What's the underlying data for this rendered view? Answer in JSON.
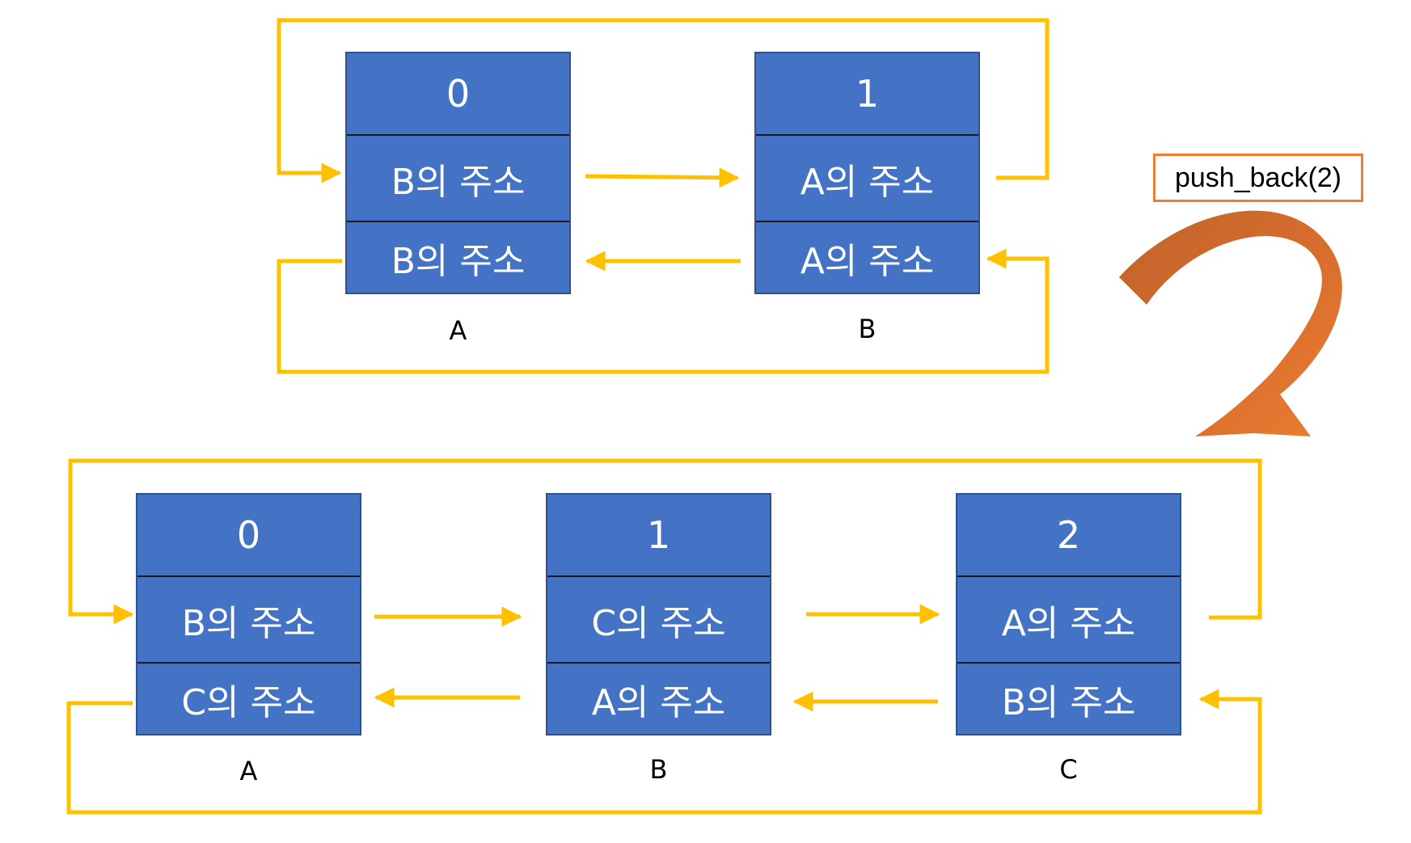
{
  "colors": {
    "node_fill": "#4472C4",
    "node_border": "#2F528F",
    "link_arrow": "#FFC000",
    "op_arrow_light": "#ED7D31",
    "op_arrow_dark": "#C0622A",
    "op_box_border": "#ED7D31"
  },
  "operation": {
    "label": "push_back(2)"
  },
  "before": {
    "nodes": [
      {
        "name": "A",
        "index": "0",
        "next": "B의 주소",
        "prev": "B의 주소"
      },
      {
        "name": "B",
        "index": "1",
        "next": "A의 주소",
        "prev": "A의 주소"
      }
    ]
  },
  "after": {
    "nodes": [
      {
        "name": "A",
        "index": "0",
        "next": "B의 주소",
        "prev": "C의 주소"
      },
      {
        "name": "B",
        "index": "1",
        "next": "C의 주소",
        "prev": "A의 주소"
      },
      {
        "name": "C",
        "index": "2",
        "next": "A의 주소",
        "prev": "B의 주소"
      }
    ]
  }
}
